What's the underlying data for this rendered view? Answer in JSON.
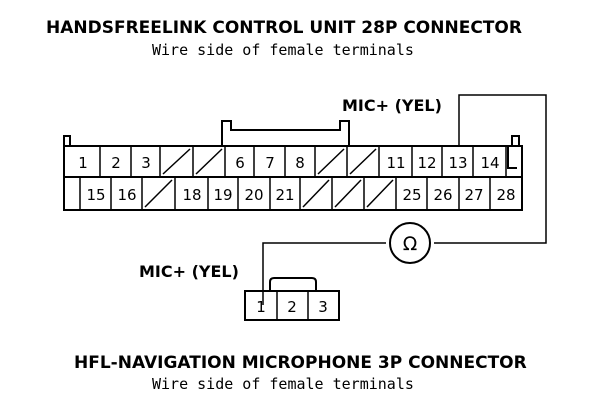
{
  "top_connector": {
    "title": "HANDSFREELINK CONTROL UNIT 28P CONNECTOR",
    "subtitle": "Wire side of female terminals",
    "probe_label": "MIC+ (YEL)",
    "row1": [
      "1",
      "2",
      "3",
      "",
      "",
      "6",
      "7",
      "8",
      "",
      "",
      "11",
      "12",
      "13",
      "14"
    ],
    "row2": [
      "",
      "15",
      "16",
      "",
      "18",
      "19",
      "20",
      "21",
      "",
      "",
      "",
      "25",
      "26",
      "27",
      "28"
    ]
  },
  "bottom_connector": {
    "title": "HFL-NAVIGATION MICROPHONE 3P CONNECTOR",
    "subtitle": "Wire side of female terminals",
    "probe_label": "MIC+ (YEL)",
    "pins": [
      "1",
      "2",
      "3"
    ]
  },
  "meter": {
    "symbol": "Ω",
    "icon": "ohmmeter-icon"
  }
}
